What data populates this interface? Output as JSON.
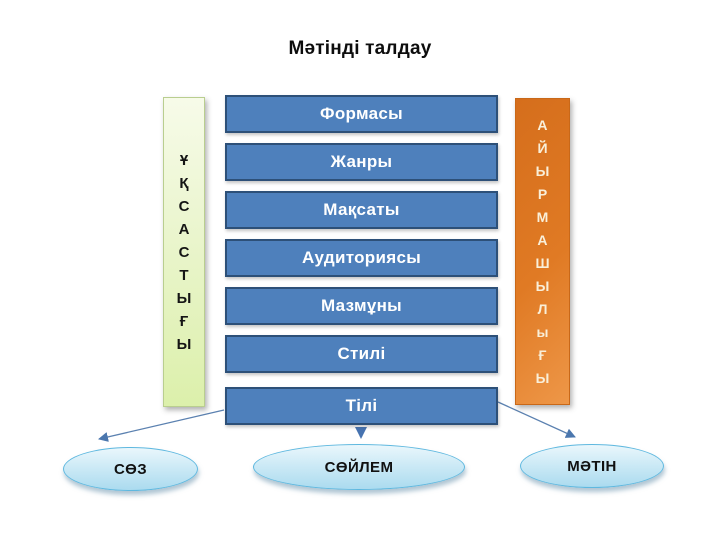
{
  "title": "Мәтінді талдау",
  "similarity_column": {
    "letters": [
      "Ұ",
      "Қ",
      "С",
      "А",
      "С",
      "Т",
      "Ы",
      "Ғ",
      "Ы"
    ]
  },
  "difference_column": {
    "letters": [
      "А",
      "Й",
      "Ы",
      "Р",
      "М",
      "А",
      "Ш",
      "Ы",
      "Л",
      "ы",
      "Ғ",
      "Ы"
    ]
  },
  "analysis_boxes": [
    "Формасы",
    "Жанры",
    "Мақсаты",
    "Аудиториясы",
    "Мазмұны",
    "Стилі",
    "Тілі"
  ],
  "result_ellipses": [
    "СӨЗ",
    "СӨЙЛЕМ",
    "МӘТІН"
  ],
  "colors": {
    "stage_box_fill": "#4E80BC",
    "stage_box_border": "#2D5078",
    "similarity_green": "#DDF0AE",
    "difference_orange": "#E07A24",
    "ellipse_blue": "#BFE3F2",
    "arrow_blue": "#4B77AE"
  }
}
